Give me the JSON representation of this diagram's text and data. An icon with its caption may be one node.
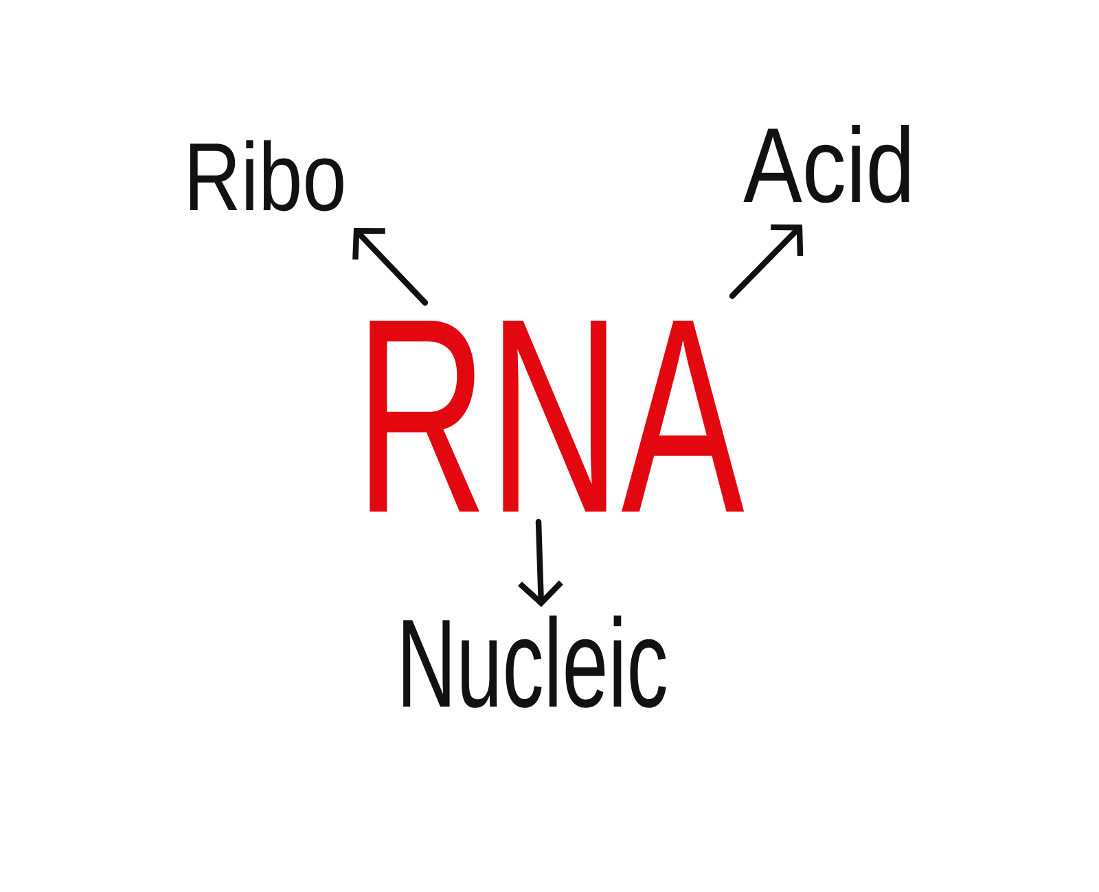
{
  "diagram": {
    "nodes": [
      {
        "text": [
          "RNA"
        ]
      },
      {
        "text": [
          "Ribo"
        ]
      },
      {
        "text": [
          "Acid"
        ]
      },
      {
        "text": [
          "Nucleic"
        ]
      }
    ],
    "edges": [
      {
        "from": 0,
        "to": 1,
        "arrow": "to"
      },
      {
        "from": 0,
        "to": 2,
        "arrow": "to"
      },
      {
        "from": 0,
        "to": 3,
        "arrow": "to"
      }
    ]
  }
}
